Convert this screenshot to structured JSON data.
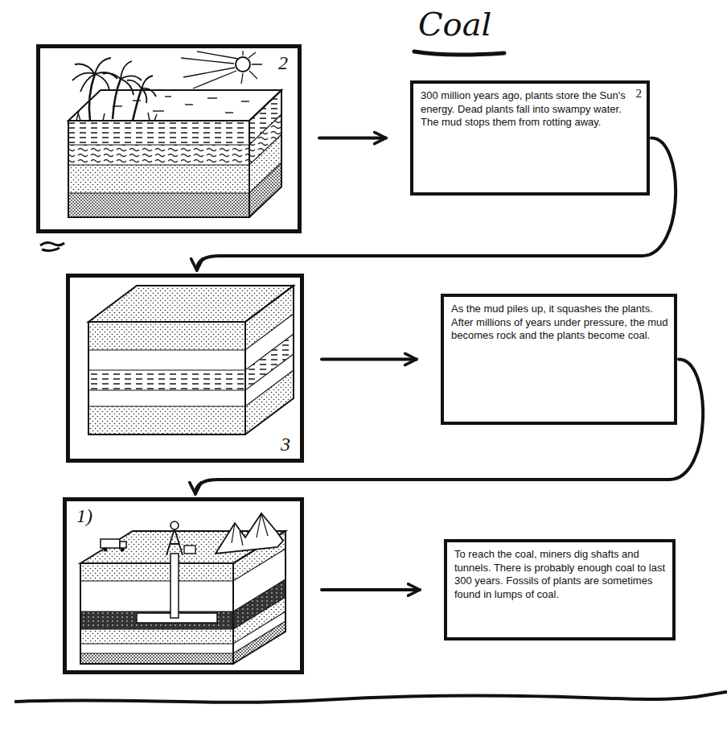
{
  "diagram": {
    "title": "Coal",
    "nodes": [
      {
        "text": [
          "2"
        ]
      },
      {
        "text": [
          "300 million years ago, plants store the Sun's energy. Dead plants fall into swampy water. The mud stops them from rotting away.",
          "2"
        ]
      },
      {
        "text": [
          "3"
        ]
      },
      {
        "text": [
          "As the mud piles up, it squashes the plants. After millions of years under pressure, the mud becomes rock and the plants become coal."
        ]
      },
      {
        "text": [
          "1)"
        ]
      },
      {
        "text": [
          "To reach the coal, miners dig shafts and tunnels. There is probably enough coal to last 300 years. Fossils of plants are sometimes found in lumps of coal."
        ]
      }
    ],
    "edges": [
      {
        "from": 0,
        "to": 1,
        "arrow": "to"
      },
      {
        "from": 1,
        "to": 2,
        "arrow": "to"
      },
      {
        "from": 2,
        "to": 3,
        "arrow": "to"
      },
      {
        "from": 3,
        "to": 4,
        "arrow": "to"
      },
      {
        "from": 4,
        "to": 5,
        "arrow": "to"
      }
    ]
  }
}
